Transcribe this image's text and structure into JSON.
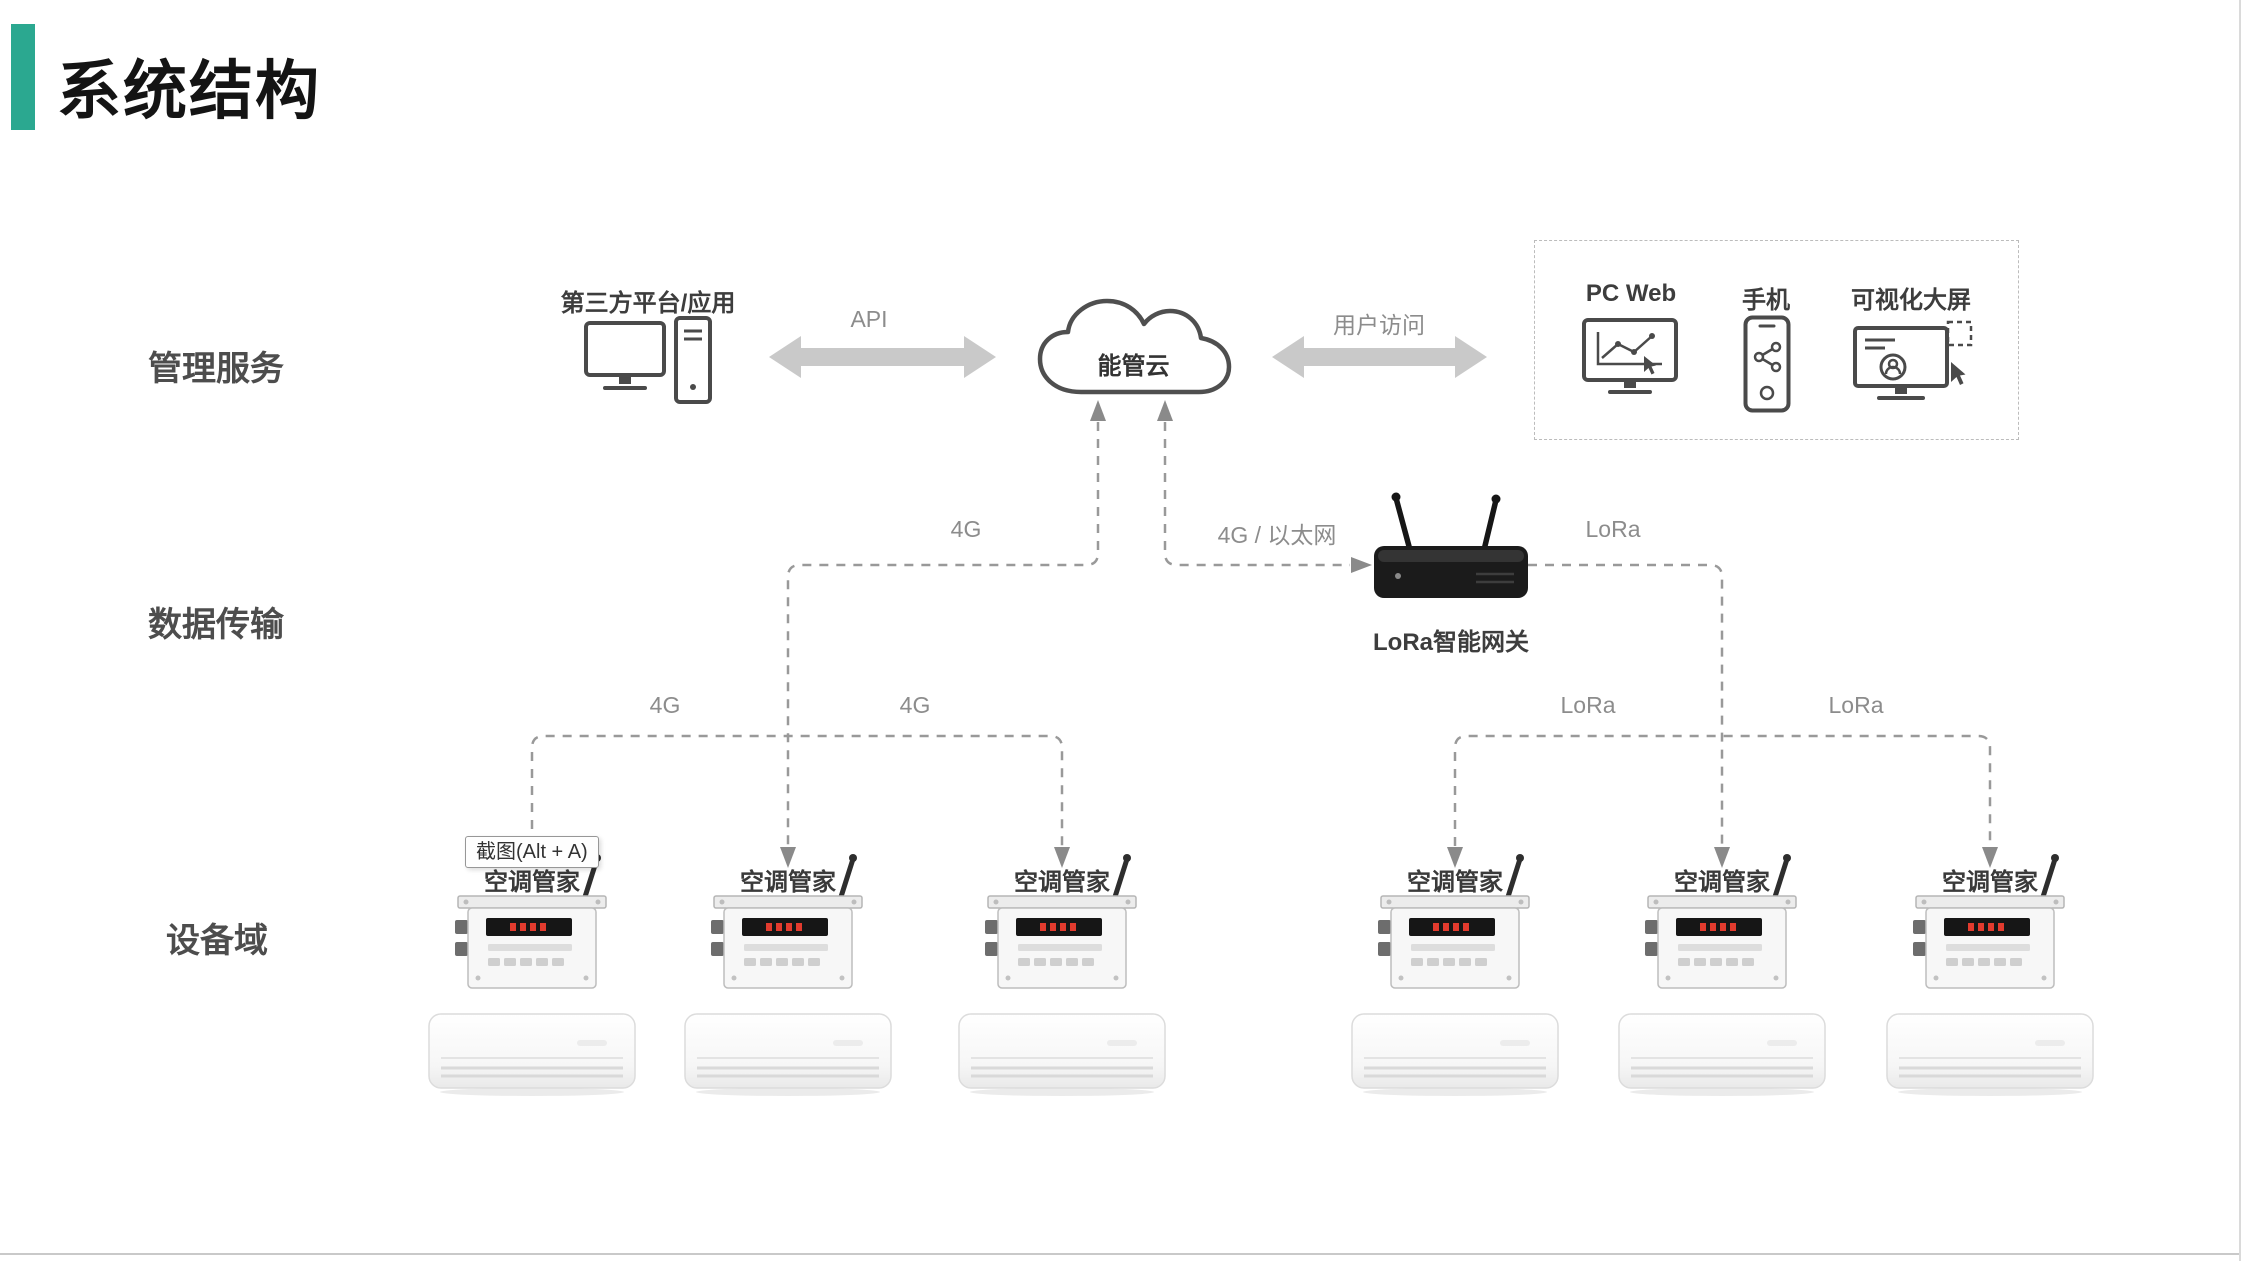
{
  "title": "系统结构",
  "layers": [
    {
      "label": "管理服务"
    },
    {
      "label": "数据传输"
    },
    {
      "label": "设备域"
    }
  ],
  "management": {
    "third_party": {
      "label": "第三方平台/应用"
    },
    "cloud": {
      "label": "能管云"
    },
    "clients": {
      "pc_web": {
        "label": "PC Web"
      },
      "mobile": {
        "label": "手机"
      },
      "big_screen": {
        "label": "可视化大屏"
      }
    }
  },
  "transmission": {
    "gateway": {
      "label": "LoRa智能网关"
    },
    "edges": {
      "api": "API",
      "user_access": "用户访问",
      "cloud_4g": "4G",
      "cloud_eth": "4G / 以太网",
      "gateway_lora": "LoRa",
      "left_4g_a": "4G",
      "left_4g_b": "4G",
      "right_lora_a": "LoRa",
      "right_lora_b": "LoRa"
    }
  },
  "devices": [
    {
      "label": "空调管家"
    },
    {
      "label": "空调管家"
    },
    {
      "label": "空调管家"
    },
    {
      "label": "空调管家"
    },
    {
      "label": "空调管家"
    },
    {
      "label": "空调管家"
    }
  ],
  "tooltip": {
    "text": "截图(Alt + A)"
  },
  "colors": {
    "accent_teal": "#2BA890",
    "arrow_gray": "#C9C9C9",
    "dashed_line": "#999999",
    "led_red": "#E23B2E"
  }
}
